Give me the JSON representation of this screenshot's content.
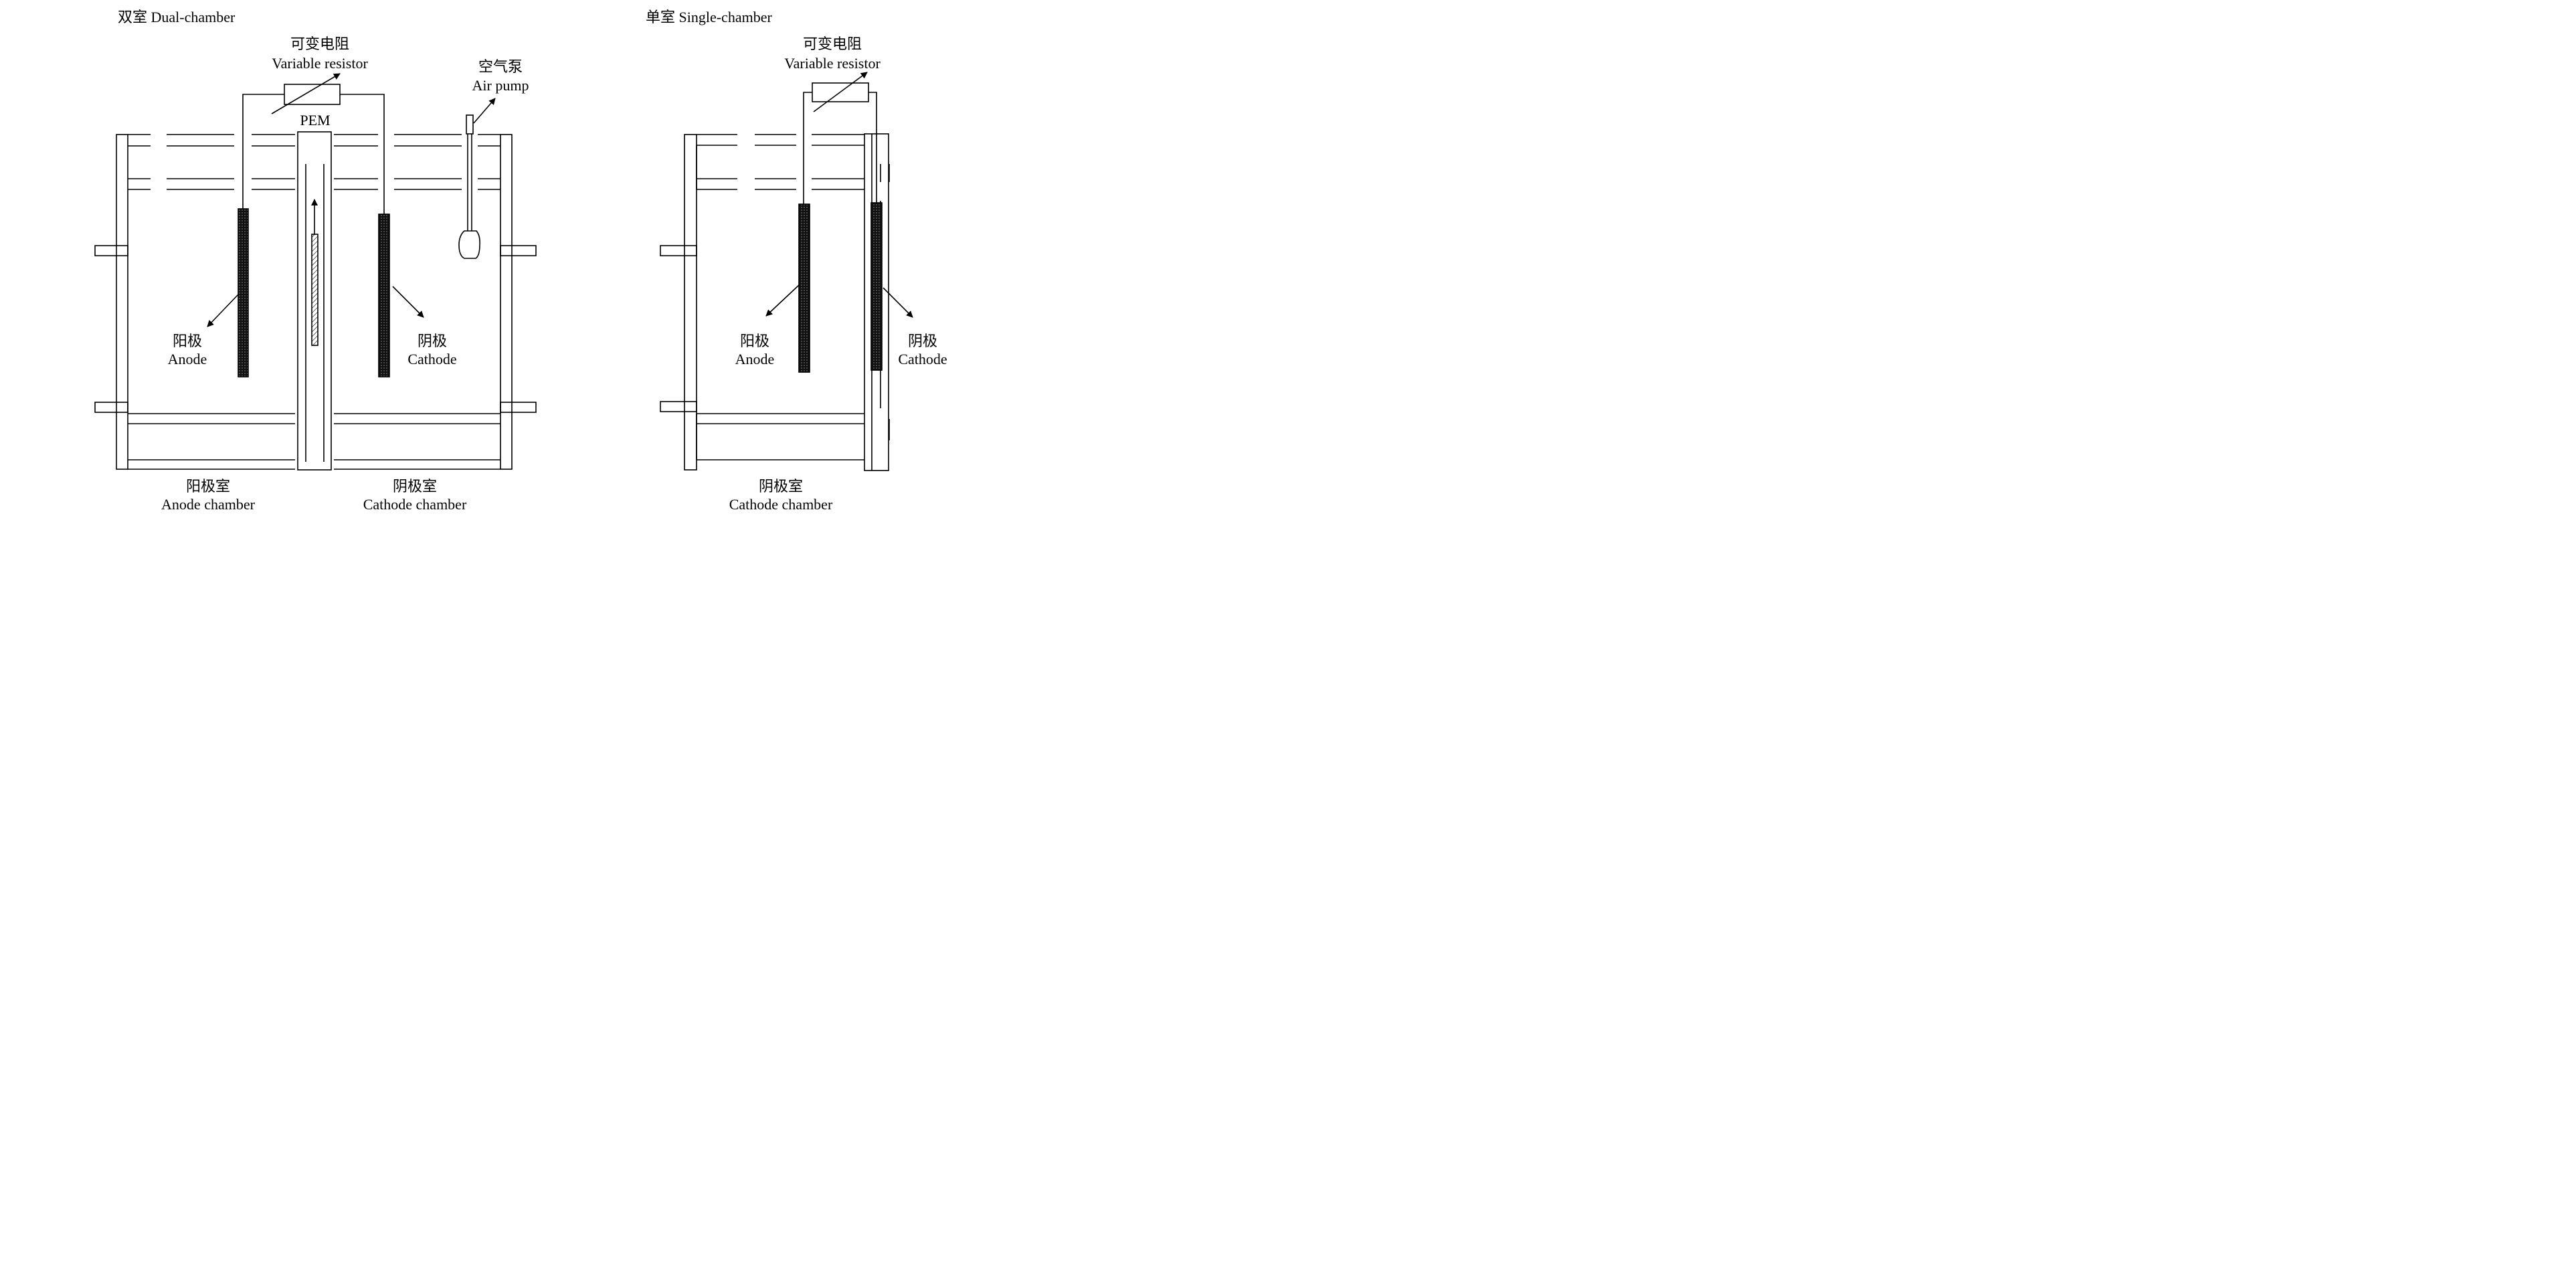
{
  "dual": {
    "title": "双室 Dual-chamber",
    "resistor_cn": "可变电阻",
    "resistor_en": "Variable resistor",
    "pump_cn": "空气泵",
    "pump_en": "Air pump",
    "pem": "PEM",
    "anode_cn": "阳极",
    "anode_en": "Anode",
    "cathode_cn": "阴极",
    "cathode_en": "Cathode",
    "anode_chamber_cn": "阳极室",
    "anode_chamber_en": "Anode chamber",
    "cathode_chamber_cn": "阴极室",
    "cathode_chamber_en": "Cathode chamber"
  },
  "single": {
    "title": "单室 Single-chamber",
    "resistor_cn": "可变电阻",
    "resistor_en": "Variable resistor",
    "anode_cn": "阳极",
    "anode_en": "Anode",
    "cathode_cn": "阴极",
    "cathode_en": "Cathode",
    "cathode_chamber_cn": "阴极室",
    "cathode_chamber_en": "Cathode chamber"
  },
  "colors": {
    "line": "#000000",
    "electrode": "#111111",
    "background": "#ffffff"
  }
}
